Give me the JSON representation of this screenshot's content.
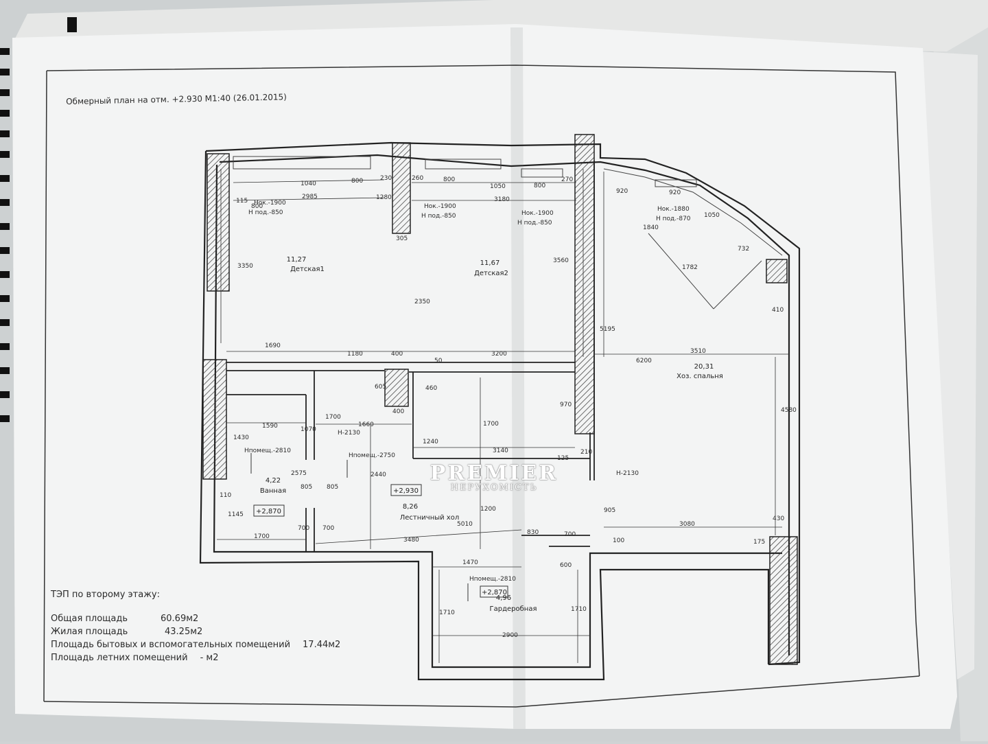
{
  "plan": {
    "title": "Обмерный план на отм. +2.930  М1:40 (26.01.2015)",
    "rooms": [
      {
        "id": "detskaya1",
        "area": "11,27",
        "name": "Детская1"
      },
      {
        "id": "detskaya2",
        "area": "11,67",
        "name": "Детская2"
      },
      {
        "id": "spalnya",
        "area": "20,31",
        "name": "Хоз. спальня"
      },
      {
        "id": "vannaya",
        "area": "4,22",
        "name": "Ванная"
      },
      {
        "id": "hol",
        "area": "8,26",
        "name": "Лестничный хол"
      },
      {
        "id": "garderob",
        "area": "4,96",
        "name": "Гардеробная"
      }
    ],
    "level_marks": [
      "+2,930",
      "+2,870",
      "+2,870"
    ],
    "notes": {
      "nok1": "Нок.-1900",
      "npod1": "Н под.-850",
      "nok2": "Нок.-1900",
      "npod2": "Н под.-850",
      "nok3": "Нок.-1900",
      "npod3": "Н под.-850",
      "nok4": "Нок.-1880",
      "npod4": "Н под.-870",
      "npom1": "Нпомещ.-2810",
      "npom2": "Нпомещ.-2750",
      "npom3": "Нпомещ.-2810",
      "h1": "Н-2130",
      "h2": "Н-2130"
    },
    "dimensions": [
      "1040",
      "800",
      "2985",
      "800",
      "115",
      "1280",
      "230",
      "260",
      "800",
      "1050",
      "3180",
      "800",
      "270",
      "305",
      "920",
      "920",
      "1840",
      "1050",
      "1782",
      "732",
      "410",
      "3350",
      "2350",
      "3560",
      "5195",
      "6200",
      "1690",
      "1180",
      "400",
      "50",
      "3200",
      "3510",
      "605",
      "460",
      "400",
      "1700",
      "1660",
      "1590",
      "1430",
      "1070",
      "1240",
      "3140",
      "1700",
      "970",
      "210",
      "125",
      "4580",
      "2575",
      "805",
      "805",
      "110",
      "1145",
      "2440",
      "1200",
      "700",
      "700",
      "1700",
      "3480",
      "5010",
      "830",
      "700",
      "905",
      "100",
      "3080",
      "430",
      "175",
      "1470",
      "600",
      "1710",
      "1710",
      "2900"
    ]
  },
  "tep": {
    "heading": "ТЭП по второму этажу:",
    "rows": [
      {
        "label": "Общая площадь",
        "value": "60.69м2"
      },
      {
        "label": "Жилая площадь",
        "value": "43.25м2"
      },
      {
        "label": "Площадь бытовых и вспомогательных помещений",
        "value": "17.44м2"
      },
      {
        "label": "Площадь летних помещений",
        "value": "- м2"
      }
    ]
  },
  "watermark": {
    "brand": "PREMIER",
    "sub": "НЕРУХОМІСТЬ"
  }
}
